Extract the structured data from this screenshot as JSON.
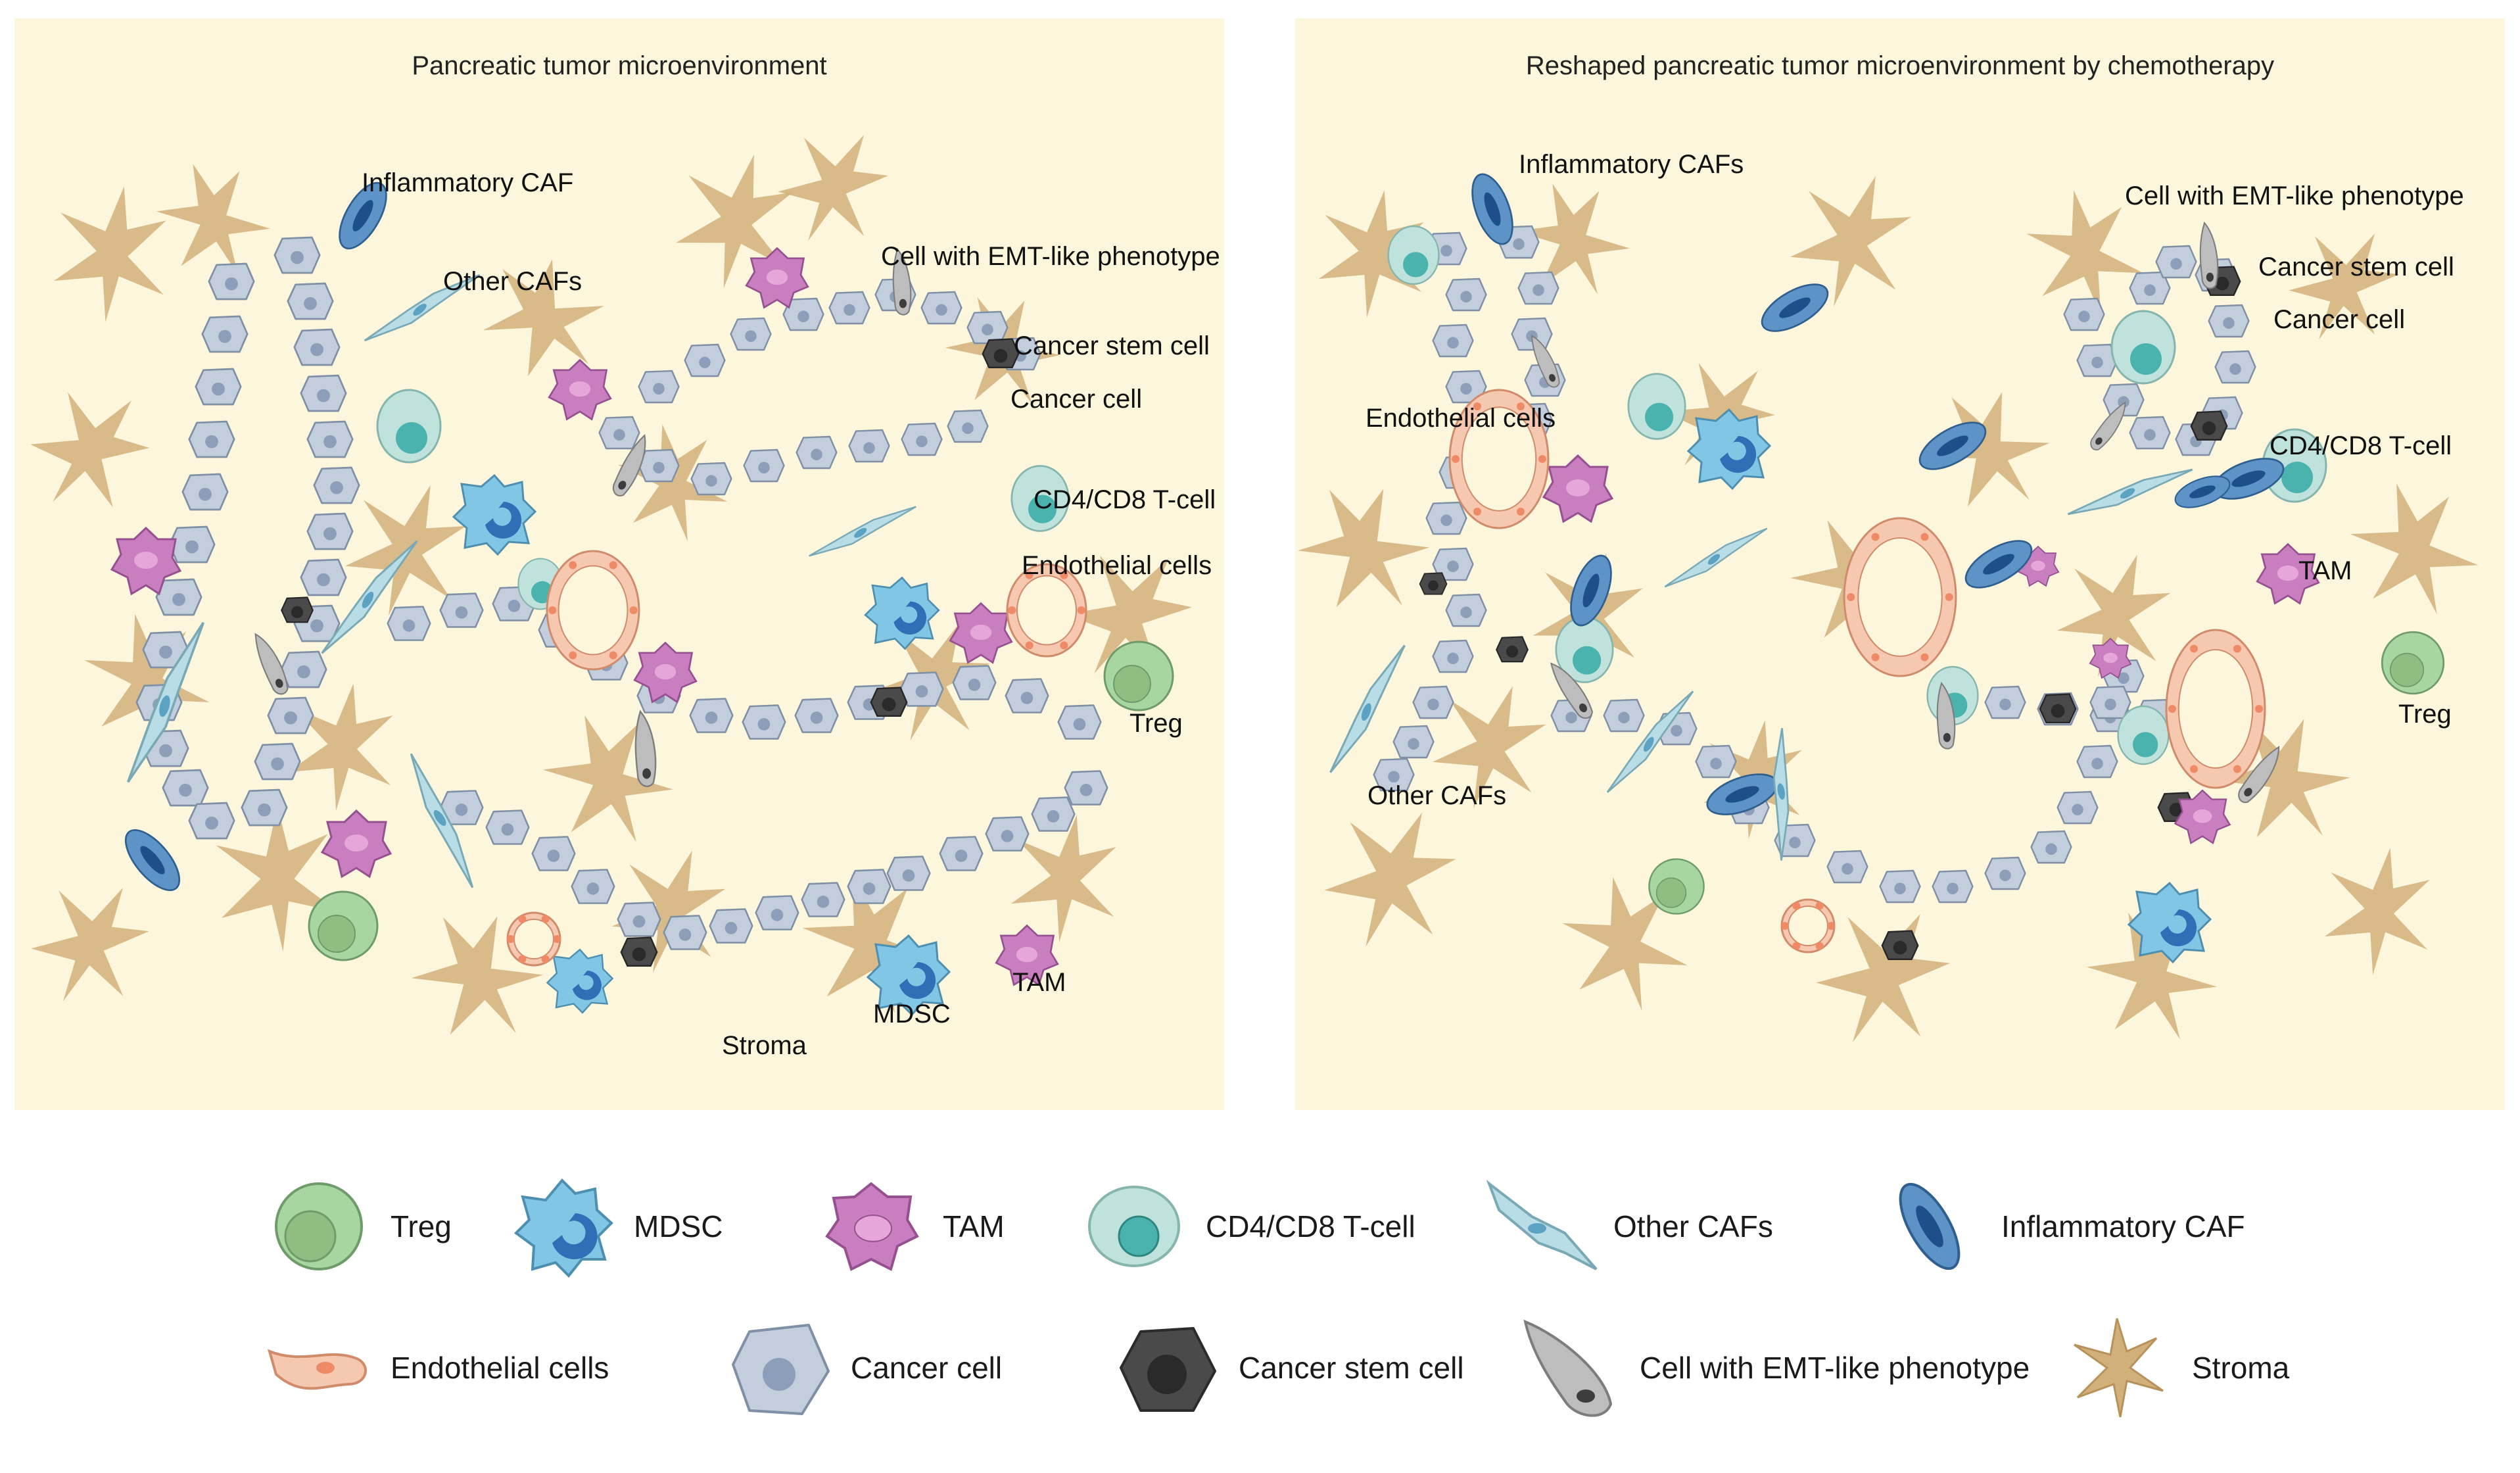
{
  "panels": {
    "left": {
      "title": "Pancreatic tumor microenvironment",
      "labels": {
        "inflammatory_caf": "Inflammatory CAF",
        "other_cafs": "Other CAFs",
        "emt": "Cell with EMT-like phenotype",
        "cancer_stem_cell": "Cancer stem cell",
        "cancer_cell": "Cancer cell",
        "t_cell": "CD4/CD8 T-cell",
        "endothelial": "Endothelial cells",
        "treg": "Treg",
        "tam": "TAM",
        "mdsc": "MDSC",
        "stroma": "Stroma"
      }
    },
    "right": {
      "title": "Reshaped pancreatic tumor microenvironment by chemotherapy",
      "labels": {
        "inflammatory_cafs": "Inflammatory CAFs",
        "emt": "Cell with EMT-like phenotype",
        "cancer_stem_cell": "Cancer stem cell",
        "cancer_cell": "Cancer cell",
        "endothelial": "Endothelial cells",
        "t_cell": "CD4/CD8 T-cell",
        "tam": "TAM",
        "treg": "Treg",
        "other_cafs": "Other CAFs"
      }
    }
  },
  "legend": {
    "row1": [
      {
        "icon": "treg-icon",
        "label": "Treg"
      },
      {
        "icon": "mdsc-icon",
        "label": "MDSC"
      },
      {
        "icon": "tam-icon",
        "label": "TAM"
      },
      {
        "icon": "t-cell-icon",
        "label": "CD4/CD8 T-cell"
      },
      {
        "icon": "other-caf-icon",
        "label": "Other CAFs"
      },
      {
        "icon": "inflammatory-caf-icon",
        "label": "Inflammatory CAF"
      }
    ],
    "row2": [
      {
        "icon": "endothelial-cell-icon",
        "label": "Endothelial cells"
      },
      {
        "icon": "cancer-cell-icon",
        "label": "Cancer cell"
      },
      {
        "icon": "cancer-stem-cell-icon",
        "label": "Cancer stem cell"
      },
      {
        "icon": "emt-cell-icon",
        "label": "Cell with EMT-like phenotype"
      },
      {
        "icon": "stroma-icon",
        "label": "Stroma"
      }
    ]
  },
  "colors": {
    "panel_bg": "#fcf6dc",
    "stroma": "#d2b07a",
    "cancer_cell": "#c3cedd",
    "cancer_nucleus": "#8d9fb8",
    "stem_cell": "#4a4a4a",
    "treg": "#a8d6a0",
    "mdsc": "#82c6e6",
    "tam": "#c97fbf",
    "t_cell": "#bfe2dc",
    "other_caf": "#b9dde6",
    "inflammatory_caf": "#5d93c7",
    "endothelial": "#f7c8b0",
    "emt": "#bdbdbd"
  }
}
